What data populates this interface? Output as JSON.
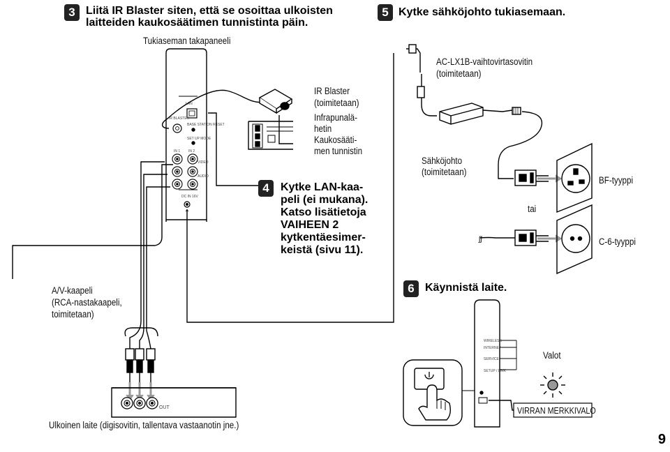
{
  "steps": {
    "s3": {
      "number": "3",
      "line1": "Liitä IR Blaster siten, että se osoittaa ulkoisten",
      "line2": "laitteiden kaukosäätimen tunnistinta päin."
    },
    "s4": {
      "number": "4",
      "lines": [
        "Kytke LAN-kaa-",
        "peli (ei mukana).",
        "Katso lisätietoja",
        "VAIHEEN 2",
        "kytkentäesimer-",
        "keistä (sivu 11)."
      ]
    },
    "s5": {
      "number": "5",
      "text": "Kytke sähköjohto tukiasemaan."
    },
    "s6": {
      "number": "6",
      "text": "Käynnistä laite."
    }
  },
  "labels": {
    "rear_panel": "Tukiaseman takapaneeli",
    "ir_blaster": [
      "IR Blaster",
      "(toimitetaan)",
      "Infrapunalä-",
      "hetin",
      "Kaukosääti-",
      "men tunnistin"
    ],
    "adapter": [
      "AC-LX1B-vaihtovirtasovitin",
      "(toimitetaan)"
    ],
    "power_cord": [
      "Sähköjohto",
      "(toimitetaan)"
    ],
    "bf_type": "BF-tyyppi",
    "or": "tai",
    "c6_type": "C-6-tyyppi",
    "av_cable": [
      "A/V-kaapeli",
      "(RCA-nastakaapeli,",
      "toimitetaan)"
    ],
    "external_device": "Ulkoinen laite (digisovitin, tallentava vastaanotin jne.)",
    "lights": "Valot",
    "power_indicator": "VIRRAN MERKKIVALO"
  },
  "panel_text": {
    "lan": "LAN",
    "ir_blaster": "IR BLASTER",
    "base_station_reset": "BASE STATION RESET",
    "setup_mode": "SET UP MODE",
    "in1": "IN 1",
    "in2": "IN 2",
    "video": "VIDEO",
    "audio": "AUDIO",
    "dc_in": "DC IN 16V",
    "out": "OUT",
    "front_leds": [
      "WIRELESS",
      "INTERNET",
      "SERVICE",
      "SETUP / LINK"
    ]
  },
  "page_number": "9"
}
